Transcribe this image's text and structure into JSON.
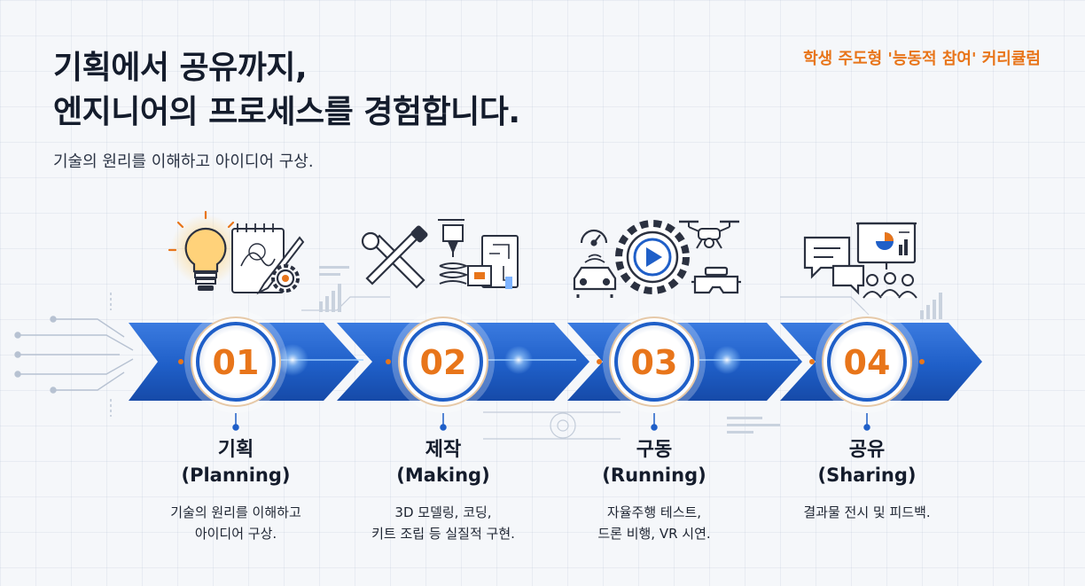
{
  "header": {
    "title_line1": "기획에서 공유까지,",
    "title_line2": "엔지니어의 프로세스를 경험합니다.",
    "subtitle": "기술의 원리를 이해하고 아이디어 구상.",
    "badge": "학생 주도형 '능동적 참여' 커리큘럼"
  },
  "colors": {
    "arrow_blue": "#1f5fc8",
    "accent_orange": "#e8751a",
    "icon_dark": "#2b3140"
  },
  "steps": [
    {
      "number": "01",
      "title_ko": "기획",
      "title_en": "(Planning)",
      "desc_line1": "기술의 원리를 이해하고",
      "desc_line2": "아이디어 구상.",
      "icons": [
        "lightbulb-icon",
        "sketch-notepad-icon",
        "gear-icon"
      ]
    },
    {
      "number": "02",
      "title_ko": "제작",
      "title_en": "(Making)",
      "desc_line1": "3D 모델링, 코딩,",
      "desc_line2": "키트 조립 등 실질적 구현.",
      "icons": [
        "wrench-screwdriver-icon",
        "3d-printer-icon",
        "circuit-board-icon"
      ]
    },
    {
      "number": "03",
      "title_ko": "구동",
      "title_en": "(Running)",
      "desc_line1": "자율주행 테스트,",
      "desc_line2": "드론 비행, VR 시연.",
      "icons": [
        "gauge-icon",
        "car-icon",
        "play-gear-icon",
        "drone-icon",
        "vr-headset-icon"
      ]
    },
    {
      "number": "04",
      "title_ko": "공유",
      "title_en": "(Sharing)",
      "desc_line1": "결과물 전시 및 피드백.",
      "desc_line2": "",
      "icons": [
        "chat-bubbles-icon",
        "presentation-board-icon",
        "audience-icon"
      ]
    }
  ]
}
